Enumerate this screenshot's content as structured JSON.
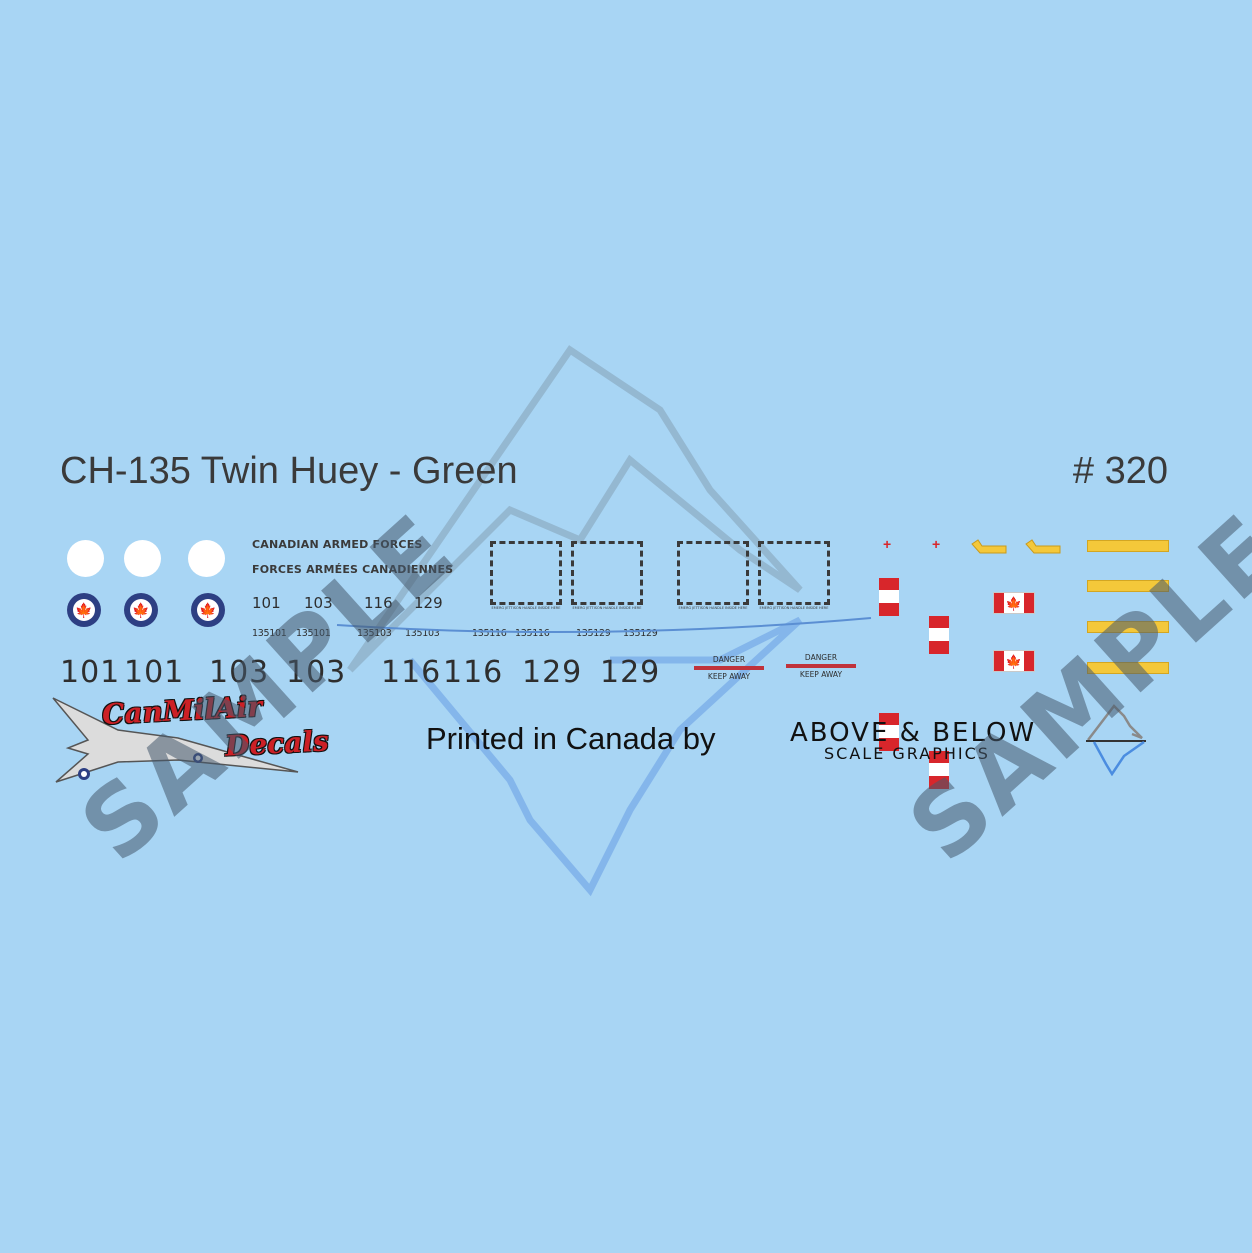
{
  "sheet": {
    "title": "CH-135 Twin Huey - Green",
    "number": "# 320"
  },
  "markings": {
    "line1": "CANADIAN ARMED FORCES",
    "line2": "FORCES ARMÉES CANADIENNES",
    "small_codes": [
      "101",
      "103",
      "116",
      "129"
    ],
    "serials": [
      "135101",
      "135101",
      "135103",
      "135103",
      "135116",
      "135116",
      "135129",
      "135129"
    ],
    "big_codes": [
      "101",
      "101",
      "103",
      "103",
      "116",
      "116",
      "129",
      "129"
    ]
  },
  "danger": {
    "line1": "DANGER",
    "line2": "KEEP AWAY"
  },
  "door_label": "EMERG JETTISON HANDLE INSIDE HERE",
  "symbols": {
    "maple_leaf": "🍁",
    "red_cross": "+"
  },
  "footer": {
    "printed_by": "Printed in Canada by",
    "brand_line1": "CanMilAir",
    "brand_line2": "Decals",
    "maker_line1": "ABOVE & BELOW",
    "maker_line2": "SCALE GRAPHICS"
  },
  "watermark": "SAMPLE",
  "colors": {
    "background": "#a8d5f4",
    "roundel_blue": "#2d3f83",
    "red": "#d8262b",
    "yellow": "#f4c83a"
  }
}
